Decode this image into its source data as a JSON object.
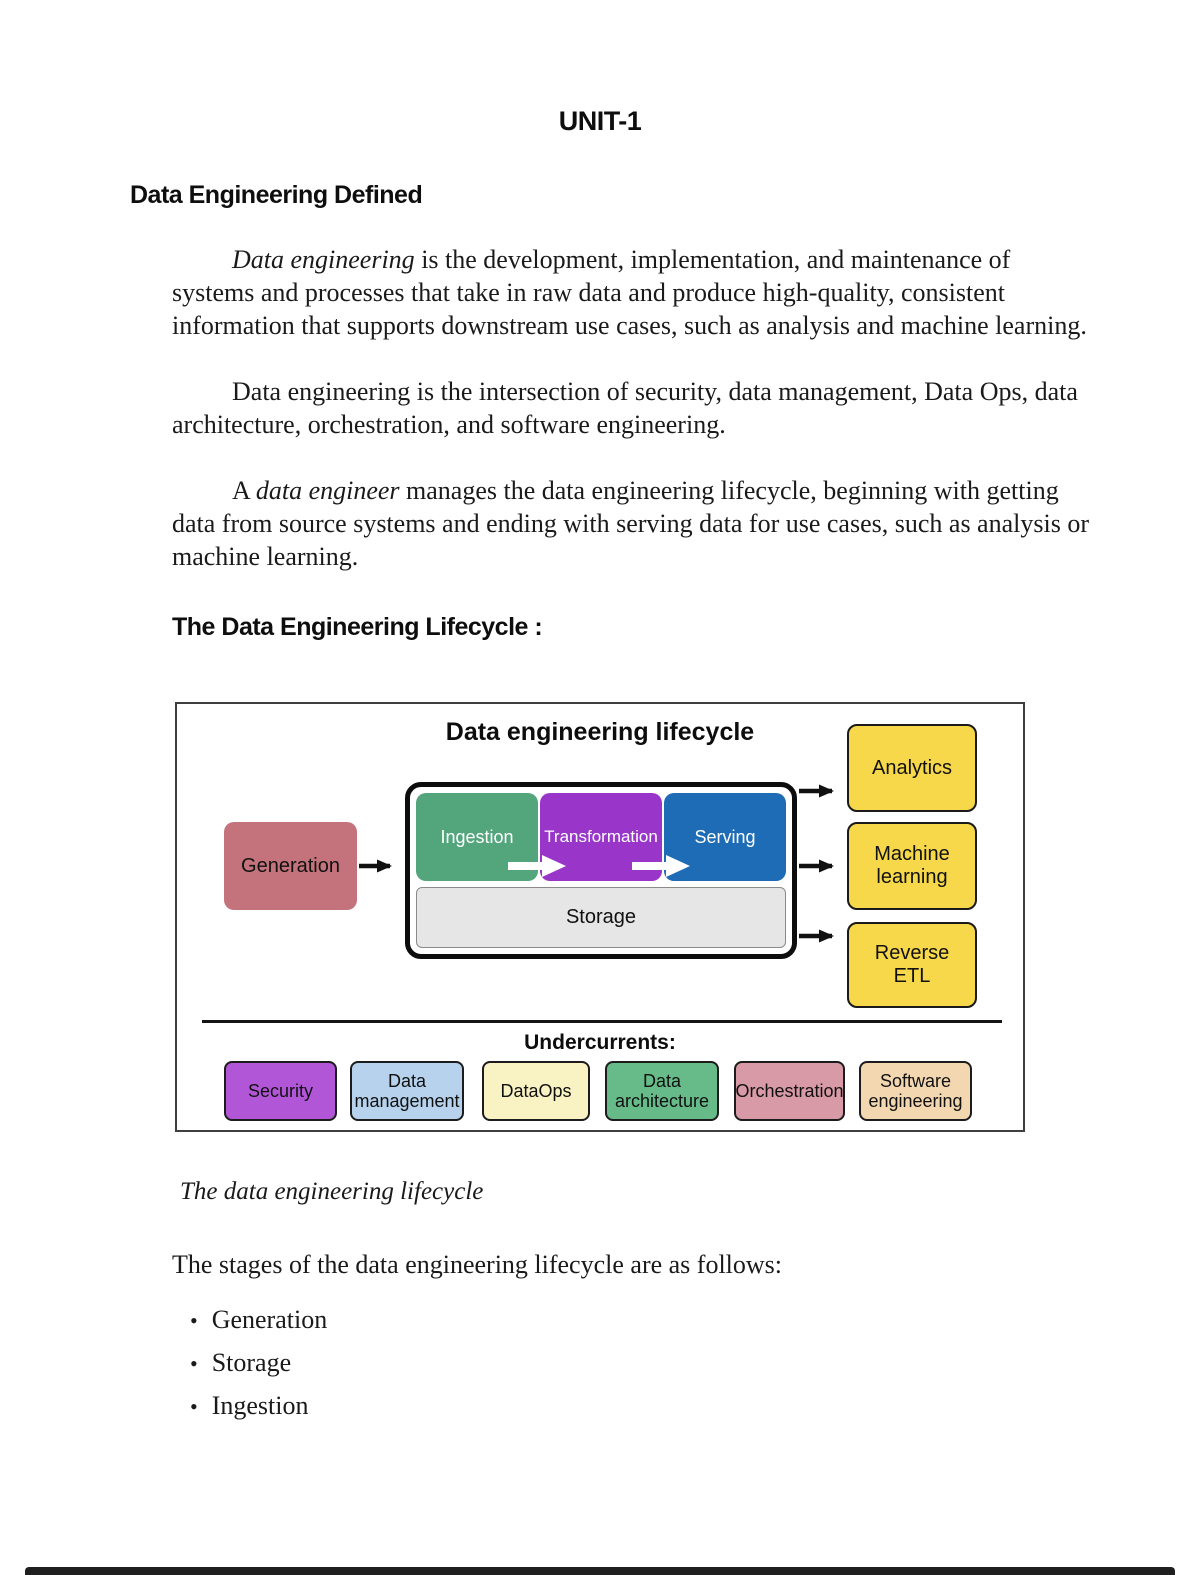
{
  "doc": {
    "title": "UNIT-1",
    "defined_heading": "Data Engineering Defined",
    "para1": {
      "italic": "Data engineering",
      "rest": " is the development, implementation, and maintenance of systems and processes that take in raw data and produce high-quality, consistent information that supports downstream use cases, such as analysis and machine learning."
    },
    "para2": "Data engineering is the intersection of security, data management, Data Ops, data architecture, orchestration, and software engineering.",
    "para3": {
      "prefix": "A ",
      "italic": "data engineer",
      "rest": " manages the data engineering lifecycle, beginning with getting data from source systems and ending with serving data for use cases, such as analysis or machine learning."
    },
    "lifecycle_heading": "The Data Engineering Lifecycle :",
    "caption": "The data engineering lifecycle",
    "stages_intro": "The stages of the data engineering lifecycle are as follows:",
    "stages": [
      "Generation",
      "Storage",
      "Ingestion"
    ]
  },
  "diagram": {
    "title": "Data engineering lifecycle",
    "boxes": {
      "generation": {
        "label": "Generation",
        "color": "#c4737c"
      },
      "ingestion": {
        "label": "Ingestion",
        "color": "#53a57c"
      },
      "transformation": {
        "label": "Transformation",
        "color": "#9a35c9"
      },
      "serving": {
        "label": "Serving",
        "color": "#1d6cb5"
      },
      "storage": {
        "label": "Storage",
        "color": "#e6e6e6"
      },
      "analytics": {
        "label": "Analytics",
        "color": "#f6d84a"
      },
      "machine_learning": {
        "label": "Machine learning",
        "color": "#f6d84a"
      },
      "reverse_etl": {
        "label": "Reverse ETL",
        "color": "#f6d84a"
      }
    },
    "undercurrents_label": "Undercurrents:",
    "undercurrents": [
      {
        "label": "Security",
        "color": "#b256d8"
      },
      {
        "label": "Data management",
        "color": "#b7d2ec"
      },
      {
        "label": "DataOps",
        "color": "#f9f2c3"
      },
      {
        "label": "Data architecture",
        "color": "#66bb88"
      },
      {
        "label": "Orchestration",
        "color": "#d89aa6"
      },
      {
        "label": "Software engineering",
        "color": "#f3d7b0"
      }
    ]
  }
}
